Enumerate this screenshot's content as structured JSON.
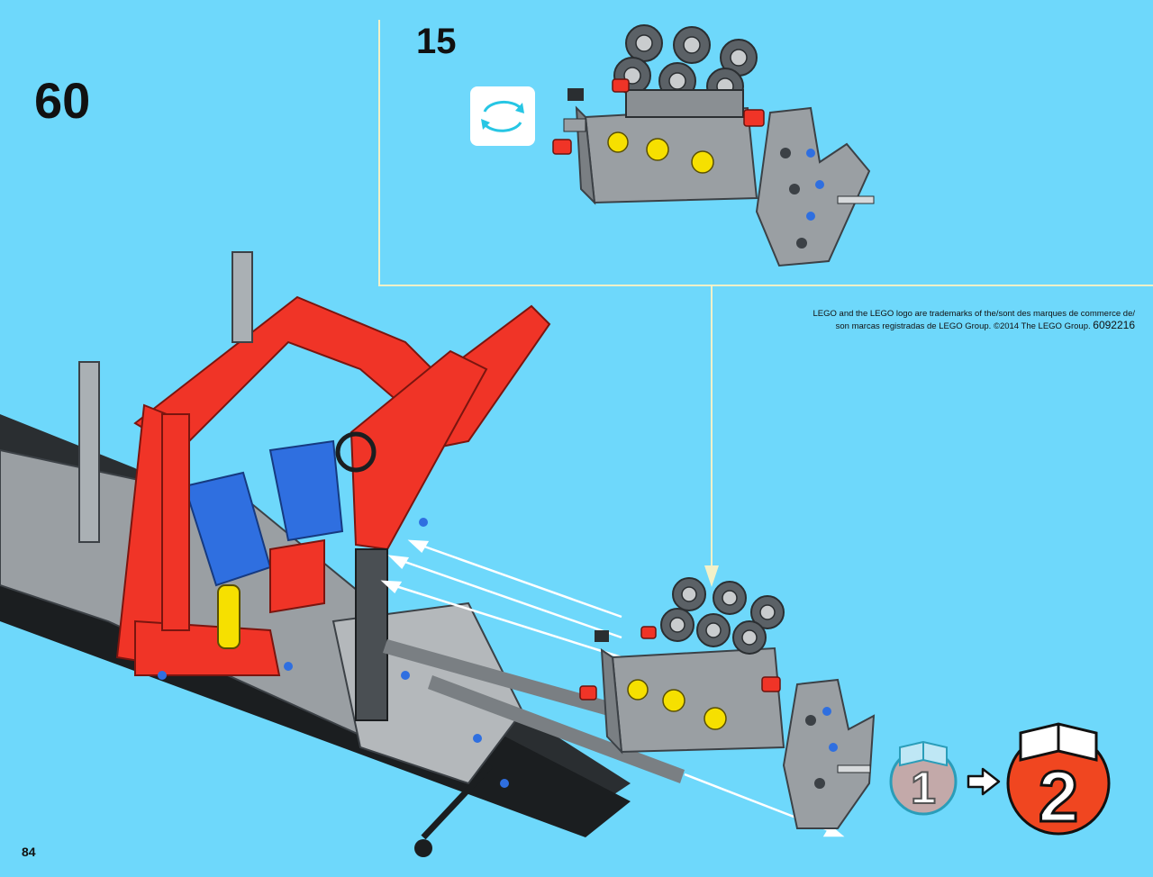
{
  "step": {
    "number": "60",
    "substep": "15"
  },
  "page": {
    "number": "84"
  },
  "trademark": {
    "line1": "LEGO and the LEGO logo are trademarks of the/sont des marques de commerce de/",
    "line2": "son marcas registradas de LEGO Group. ©2014 The LEGO Group.",
    "code": "6092216"
  },
  "book_indicator": {
    "from": "1",
    "to": "2"
  },
  "icons": {
    "rotate": "rotate-model-icon",
    "book_open": "open-book-icon",
    "arrow": "right-arrow-icon"
  },
  "colors": {
    "background": "#6ed8fb",
    "frame_red": "#f03427",
    "engine_gray": "#9a9fa3",
    "dark_gray": "#4a4f53",
    "blue": "#2f6fe0",
    "yellow": "#f6e000",
    "callout_line": "#f3f1c8",
    "book_1": "#c3a9a9",
    "book_2": "#f04620"
  }
}
